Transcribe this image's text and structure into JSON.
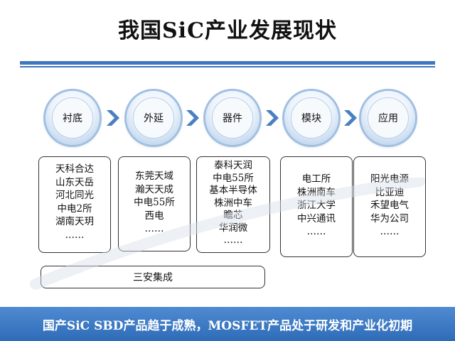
{
  "title": "我国SiC产业发展现状",
  "stages": [
    {
      "label": "衬底",
      "companies": [
        "天科合达",
        "山东天岳",
        "河北同光",
        "中电2所",
        "湖南天玥",
        "……"
      ]
    },
    {
      "label": "外延",
      "companies": [
        "东莞天域",
        "瀚天天成",
        "中电55所",
        "西电",
        "……"
      ]
    },
    {
      "label": "器件",
      "companies": [
        "泰科天润",
        "中电55所",
        "基本半导体",
        "株洲中车",
        "瞻芯",
        "华润微",
        "……"
      ]
    },
    {
      "label": "模块",
      "companies": [
        "电工所",
        "株洲南车",
        "浙江大学",
        "中兴通讯",
        "……"
      ]
    },
    {
      "label": "应用",
      "companies": [
        "阳光电源",
        "比亚迪",
        "禾望电气",
        "华为公司",
        "……"
      ]
    }
  ],
  "integrated_company": "三安集成",
  "footer": "国产SiC SBD产品趋于成熟，MOSFET产品处于研发和产业化初期",
  "colors": {
    "accent": "#3f77bd",
    "chevron": "#4a7fc1",
    "footer_bg": "#3a78c2"
  }
}
